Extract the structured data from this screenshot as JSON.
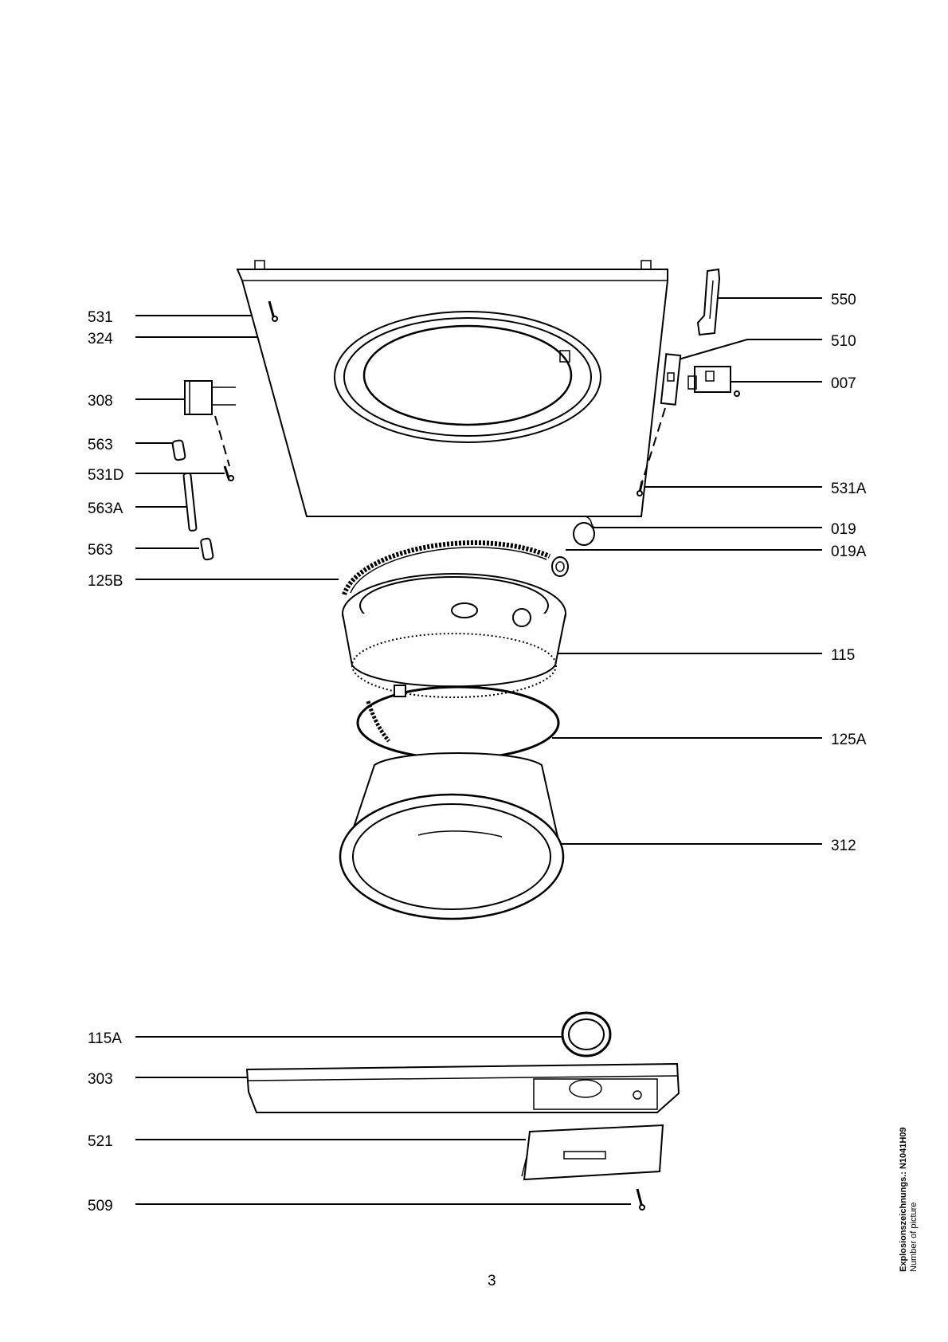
{
  "callouts_left": [
    {
      "id": "531",
      "label": "531"
    },
    {
      "id": "324",
      "label": "324"
    },
    {
      "id": "308",
      "label": "308"
    },
    {
      "id": "563-top",
      "label": "563"
    },
    {
      "id": "531D",
      "label": "531D"
    },
    {
      "id": "563A",
      "label": "563A"
    },
    {
      "id": "563-bottom",
      "label": "563"
    },
    {
      "id": "125B",
      "label": "125B"
    },
    {
      "id": "115A",
      "label": "115A"
    },
    {
      "id": "303",
      "label": "303"
    },
    {
      "id": "521",
      "label": "521"
    },
    {
      "id": "509",
      "label": "509"
    }
  ],
  "callouts_right": [
    {
      "id": "550",
      "label": "550"
    },
    {
      "id": "510",
      "label": "510"
    },
    {
      "id": "007",
      "label": "007"
    },
    {
      "id": "531A",
      "label": "531A"
    },
    {
      "id": "019",
      "label": "019"
    },
    {
      "id": "019A",
      "label": "019A"
    },
    {
      "id": "115",
      "label": "115"
    },
    {
      "id": "125A",
      "label": "125A"
    },
    {
      "id": "312",
      "label": "312"
    }
  ],
  "page_number": "3",
  "side_caption": {
    "line1": "Explosionszeichnungs.:  N1041H09",
    "line2": "Number of picture"
  }
}
